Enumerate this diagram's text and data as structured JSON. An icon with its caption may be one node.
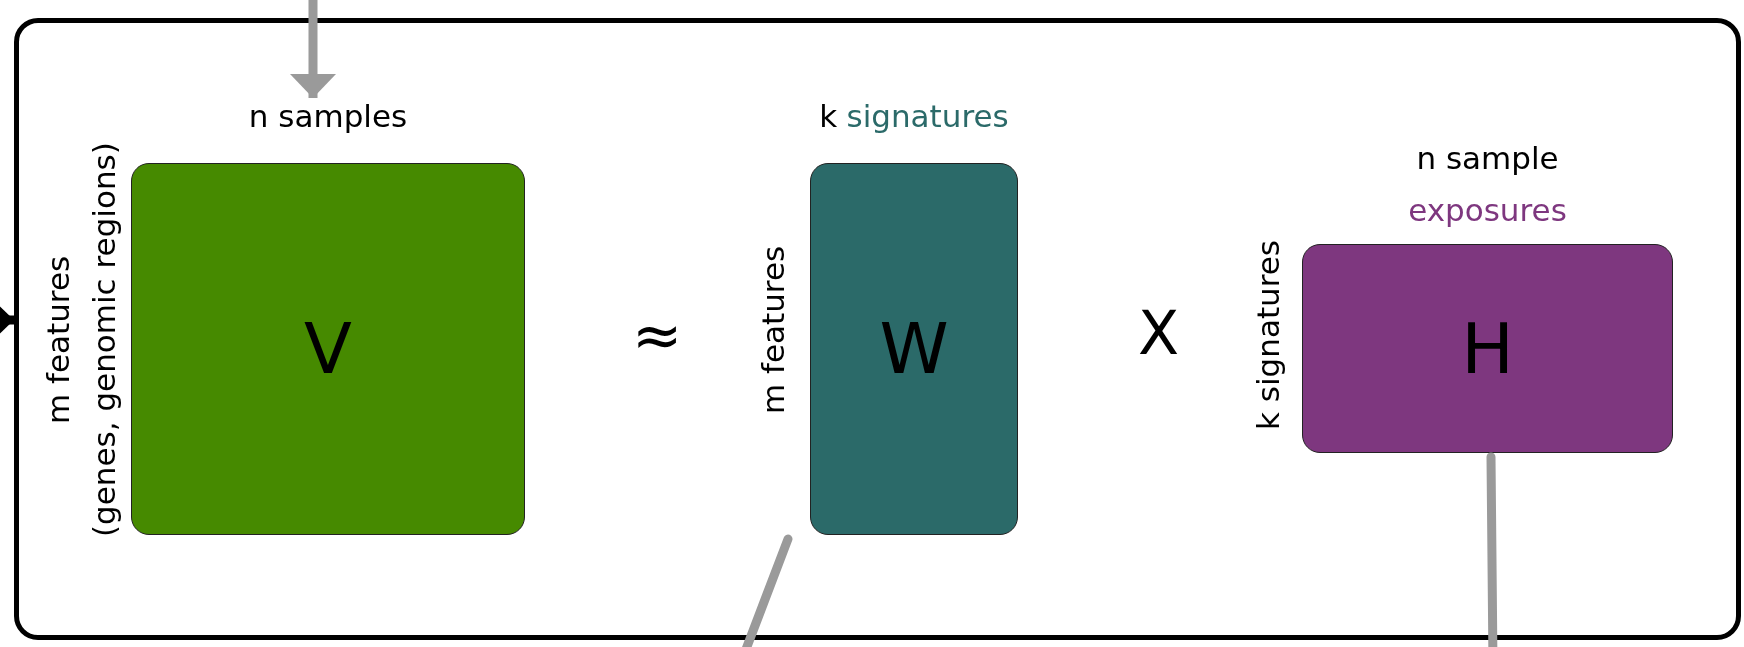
{
  "diagram": {
    "nodes": [
      {
        "text": [],
        "shape": "box"
      },
      {
        "text": [
          "n samples",
          "V"
        ],
        "in": 0,
        "beside": [
          "m features",
          "(genes, genomic regions)"
        ]
      },
      {
        "text": [
          "k",
          "signatures",
          "W"
        ],
        "in": 0,
        "beside": [
          "m features"
        ]
      },
      {
        "text": [
          "n sample",
          "exposures",
          "H"
        ],
        "in": 0,
        "beside": [
          "k signatures"
        ]
      }
    ],
    "edges": [
      {
        "from": null,
        "to": 1,
        "arrow": "to"
      },
      {
        "from": null,
        "to": 0,
        "arrow": "to",
        "color": "#000000"
      },
      {
        "from": 2,
        "to": null,
        "arrow": "none"
      },
      {
        "from": 3,
        "to": null,
        "arrow": "none"
      }
    ],
    "labels": [
      "≈",
      "X"
    ]
  }
}
